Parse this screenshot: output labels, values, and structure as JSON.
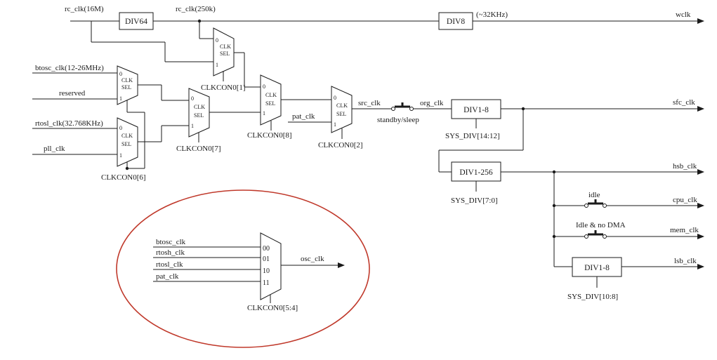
{
  "colors": {
    "wire": "#1a1a1a",
    "highlight_ellipse": "#c0392b",
    "background": "#ffffff"
  },
  "signals": {
    "rc_clk_16m": "rc_clk(16M)",
    "rc_clk_250k": "rc_clk(250k)",
    "approx_32khz": "(~32KHz)",
    "wclk": "wclk",
    "btosc_clk_range": "btosc_clk(12-26MHz)",
    "reserved": "reserved",
    "rtosl_clk_range": "rtosl_clk(32.768KHz)",
    "pll_clk": "pll_clk",
    "pat_clk": "pat_clk",
    "src_clk": "src_clk",
    "org_clk": "org_clk",
    "standby_sleep": "standby/sleep",
    "sfc_clk": "sfc_clk",
    "hsb_clk": "hsb_clk",
    "idle": "idle",
    "cpu_clk": "cpu_clk",
    "idle_no_dma": "Idle & no DMA",
    "mem_clk": "mem_clk",
    "lsb_clk": "lsb_clk"
  },
  "blocks": {
    "div64": "DIV64",
    "div8": "DIV8",
    "div1_8_sfc": "DIV1-8",
    "div1_256": "DIV1-256",
    "div1_8_lsb": "DIV1-8"
  },
  "mux": {
    "sel_top": "CLK",
    "sel_bottom": "SEL",
    "in0": "0",
    "in1": "1"
  },
  "registers": {
    "clkcon0_1": "CLKCON0[1]",
    "clkcon0_6": "CLKCON0[6]",
    "clkcon0_7": "CLKCON0[7]",
    "clkcon0_8": "CLKCON0[8]",
    "clkcon0_2": "CLKCON0[2]",
    "sys_div_14_12": "SYS_DIV[14:12]",
    "sys_div_7_0": "SYS_DIV[7:0]",
    "sys_div_10_8": "SYS_DIV[10:8]"
  },
  "osc_mux": {
    "inputs": [
      "btosc_clk",
      "rtosh_clk",
      "rtosl_clk",
      "pat_clk"
    ],
    "codes": [
      "00",
      "01",
      "10",
      "11"
    ],
    "output": "osc_clk",
    "select": "CLKCON0[5:4]"
  }
}
